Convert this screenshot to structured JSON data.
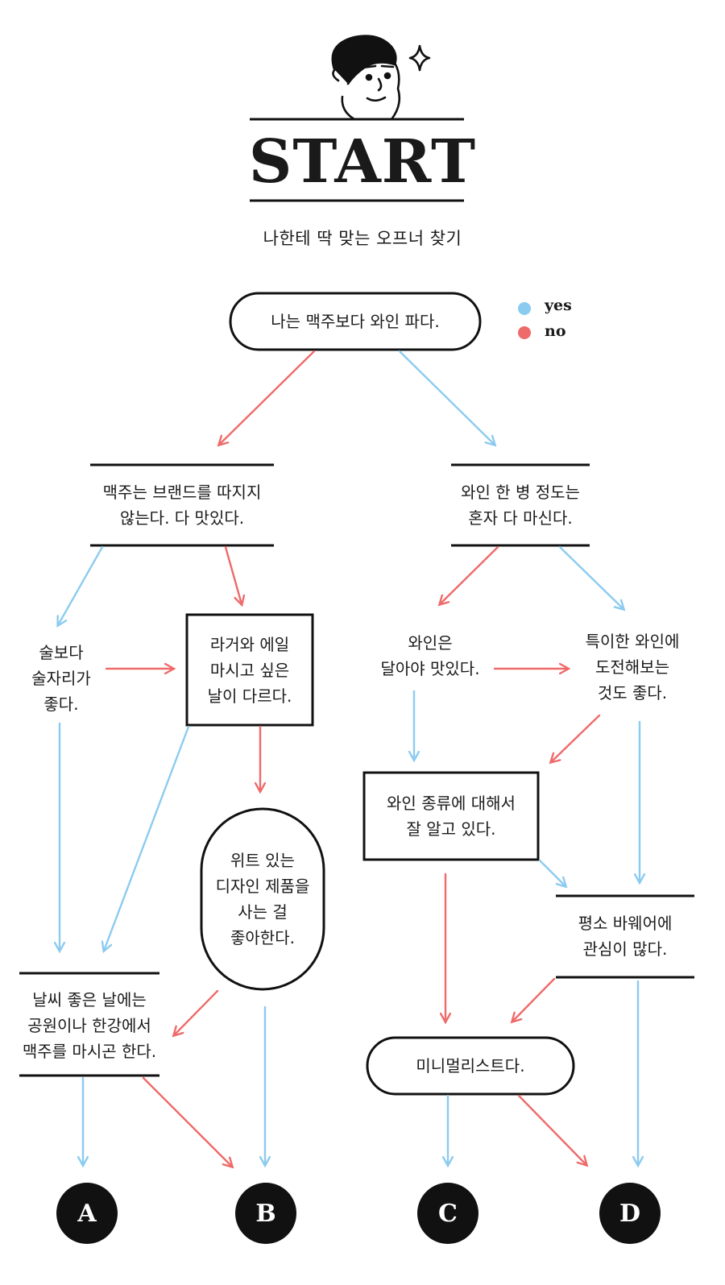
{
  "header": {
    "title": "START",
    "subtitle": "나한테 딱 맞는 오프너 찾기"
  },
  "legend": {
    "yes_label": "yes",
    "no_label": "no",
    "yes_color": "#8ccbf0",
    "no_color": "#ef6a6a"
  },
  "nodes": {
    "q1": "나는 맥주보다 와인 파다.",
    "q_beer_brand": "맥주는 브랜드를 따지지\n않는다. 다 맛있다.",
    "q_wine_bottle": "와인 한 병 정도는\n혼자 다 마신다.",
    "q_drinking_place": "술보다\n술자리가\n좋다.",
    "q_lager_ale": "라거와 에일\n마시고 싶은\n날이 다르다.",
    "q_sweet_wine": "와인은\n달아야 맛있다.",
    "q_unique_wine": "특이한 와인에\n도전해보는\n것도 좋다.",
    "q_wine_types": "와인 종류에 대해서\n잘 알고 있다.",
    "q_witty_design": "위트 있는\n디자인 제품을\n사는 걸\n좋아한다.",
    "q_park_beer": "날씨 좋은 날에는\n공원이나 한강에서\n맥주를 마시곤 한다.",
    "q_barwear": "평소 바웨어에\n관심이 많다.",
    "q_minimalist": "미니멀리스트다."
  },
  "results": [
    "A",
    "B",
    "C",
    "D"
  ]
}
